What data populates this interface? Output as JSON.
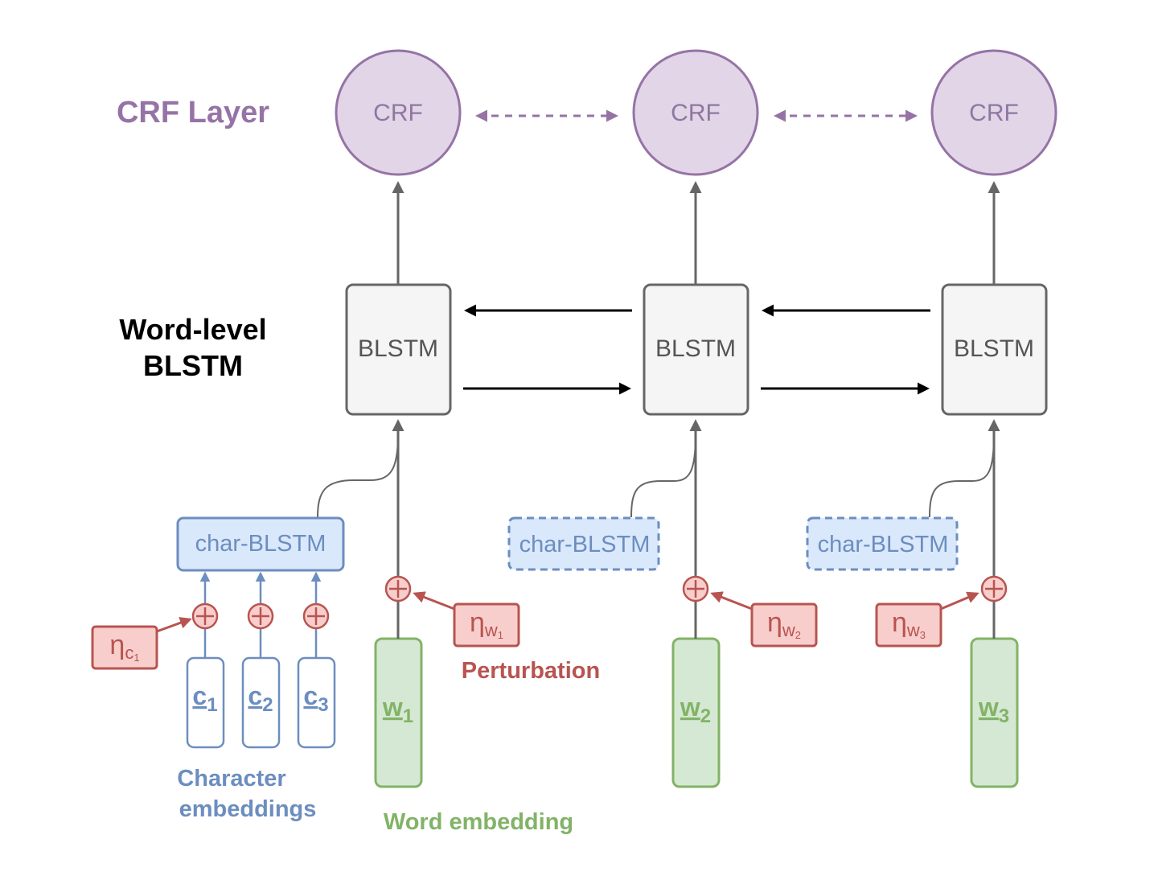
{
  "labels": {
    "crf_layer": "CRF Layer",
    "word_level_line1": "Word-level",
    "word_level_line2": "BLSTM",
    "character_embeddings_line1": "Character",
    "character_embeddings_line2": "embeddings",
    "word_embedding": "Word embedding",
    "perturbation": "Perturbation"
  },
  "crf_nodes": [
    "CRF",
    "CRF",
    "CRF"
  ],
  "blstm_nodes": [
    "BLSTM",
    "BLSTM",
    "BLSTM"
  ],
  "char_blstm_nodes": [
    "char-BLSTM",
    "char-BLSTM",
    "char-BLSTM"
  ],
  "char_embeddings": [
    {
      "symbol": "c",
      "sub": "1"
    },
    {
      "symbol": "c",
      "sub": "2"
    },
    {
      "symbol": "c",
      "sub": "3"
    }
  ],
  "word_embeddings": [
    {
      "symbol": "w",
      "sub": "1"
    },
    {
      "symbol": "w",
      "sub": "2"
    },
    {
      "symbol": "w",
      "sub": "3"
    }
  ],
  "perturbations": {
    "char": {
      "symbol": "η",
      "sub": "c",
      "subsub": "1"
    },
    "words": [
      {
        "symbol": "η",
        "sub": "w",
        "subsub": "1"
      },
      {
        "symbol": "η",
        "sub": "w",
        "subsub": "2"
      },
      {
        "symbol": "η",
        "sub": "w",
        "subsub": "3"
      }
    ]
  },
  "colors": {
    "crf": "#9673a6",
    "blstm": "#666666",
    "char": "#6c8ebf",
    "word": "#82b366",
    "perturbation": "#b85450"
  }
}
